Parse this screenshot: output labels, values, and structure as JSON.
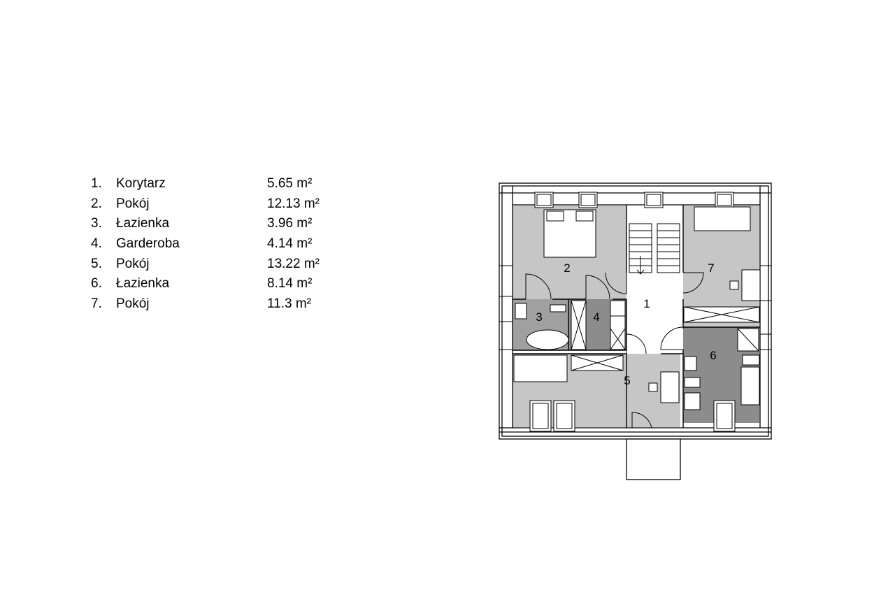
{
  "rooms": [
    {
      "num": "1.",
      "name": "Korytarz",
      "area": "5.65 m²"
    },
    {
      "num": "2.",
      "name": "Pokój",
      "area": "12.13 m²"
    },
    {
      "num": "3.",
      "name": "Łazienka",
      "area": "3.96 m²"
    },
    {
      "num": "4.",
      "name": "Garderoba",
      "area": "4.14 m²"
    },
    {
      "num": "5.",
      "name": "Pokój",
      "area": "13.22 m²"
    },
    {
      "num": "6.",
      "name": "Łazienka",
      "area": "8.14 m²"
    },
    {
      "num": "7.",
      "name": "Pokój",
      "area": "11.3 m²"
    }
  ],
  "plan_labels": {
    "r1": "1",
    "r2": "2",
    "r3": "3",
    "r4": "4",
    "r5": "5",
    "r6": "6",
    "r7": "7"
  },
  "colors": {
    "light_gray": "#c6c6c6",
    "mid_gray": "#a0a0a0",
    "dark_gray": "#8c8c8c",
    "wall": "#000000"
  }
}
